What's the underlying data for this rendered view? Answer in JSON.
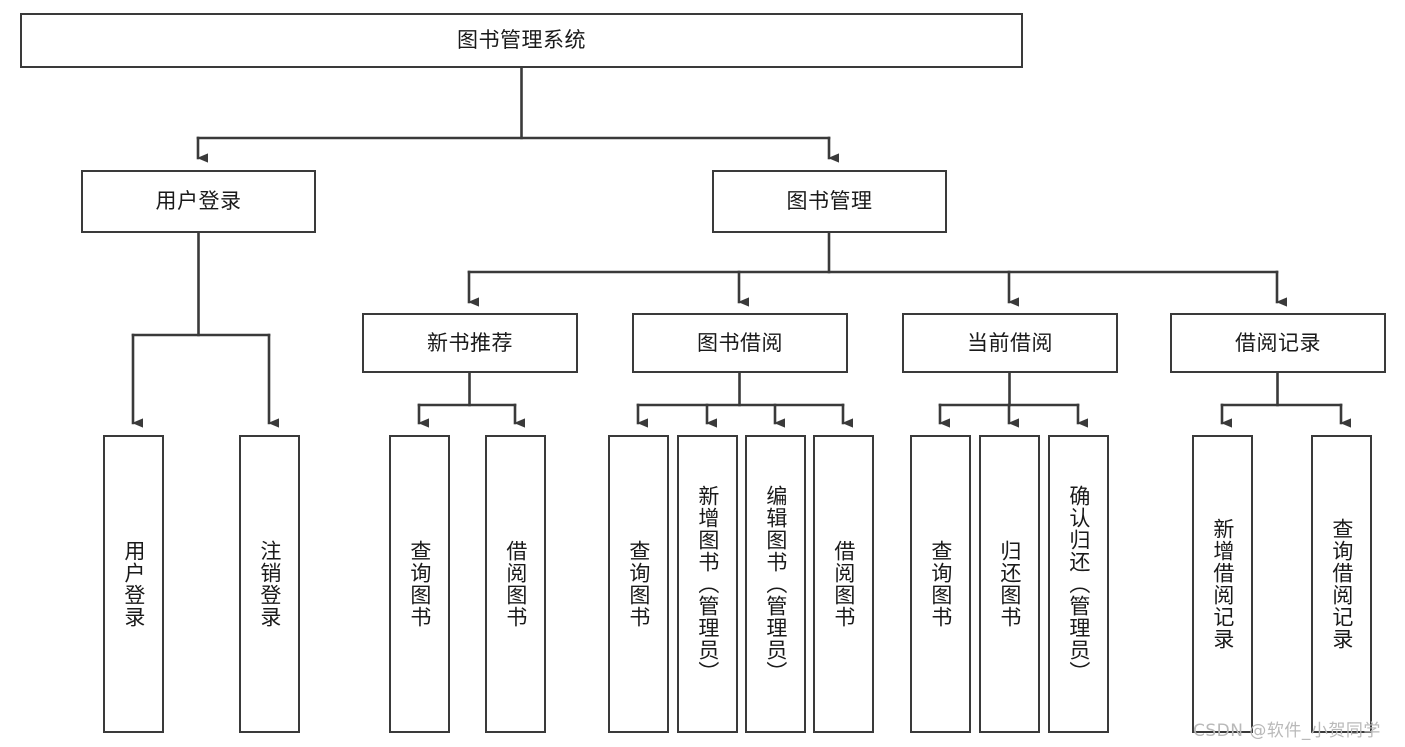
{
  "diagram": {
    "title": "图书管理系统",
    "root": {
      "label": "图书管理系统"
    },
    "level2": [
      {
        "label": "用户登录"
      },
      {
        "label": "图书管理"
      }
    ],
    "level3": [
      {
        "label": "新书推荐"
      },
      {
        "label": "图书借阅"
      },
      {
        "label": "当前借阅"
      },
      {
        "label": "借阅记录"
      }
    ],
    "leaves": {
      "user_login": [
        {
          "label": "用户登录"
        },
        {
          "label": "注销登录"
        }
      ],
      "new_book_recommend": [
        {
          "label": "查询图书"
        },
        {
          "label": "借阅图书"
        }
      ],
      "book_borrow": [
        {
          "label": "查询图书"
        },
        {
          "label": "新增图书（管理员）"
        },
        {
          "label": "编辑图书（管理员）"
        },
        {
          "label": "借阅图书"
        }
      ],
      "current_borrow": [
        {
          "label": "查询图书"
        },
        {
          "label": "归还图书"
        },
        {
          "label": "确认归还（管理员）"
        }
      ],
      "borrow_records": [
        {
          "label": "新增借阅记录"
        },
        {
          "label": "查询借阅记录"
        }
      ]
    }
  },
  "watermark": {
    "text": "CSDN @软件_小贺同学"
  },
  "colors": {
    "box_border": "#3a3a3a",
    "box_fill": "#ffffff",
    "wire": "#3a3a3a",
    "text": "#1a1a1a",
    "watermark": "#b9b9b9"
  }
}
